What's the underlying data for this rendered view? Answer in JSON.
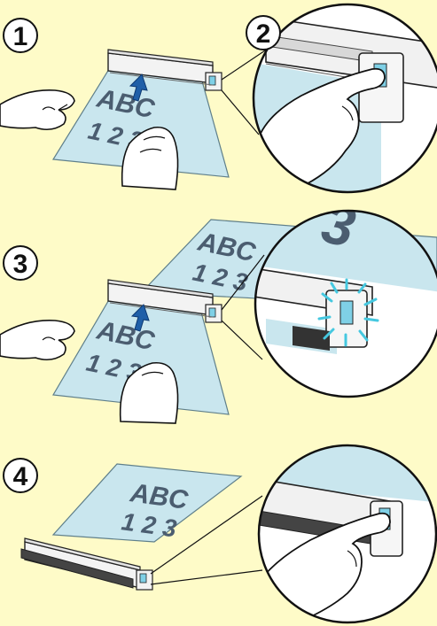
{
  "colors": {
    "background": "#fefbc8",
    "paper": "#c9e6ee",
    "paper_stroke": "#5f7f8a",
    "scanner": "#f3f3f3",
    "scanner_dark": "#666666",
    "button_blue": "#7fd0e6",
    "arrow_blue": "#1f5fa8",
    "glow": "#45c8e0",
    "text_gray": "#4b5d70",
    "outline": "#111111"
  },
  "steps": [
    {
      "number": "1",
      "paper_line1": "ABC",
      "paper_line2": "1 2 3"
    },
    {
      "number": "2"
    },
    {
      "number": "3",
      "paper_line1": "ABC",
      "paper_line2": "1 2 3"
    },
    {
      "number": "4",
      "paper_line1": "ABC",
      "paper_line2": "1 2 3"
    }
  ],
  "panel3_back_sheet": {
    "line1": "ABC",
    "line2": "1 2 3"
  },
  "icons": [
    "hand-icon",
    "finger-press-icon",
    "feed-arrow-icon",
    "button-glow-icon",
    "scanner-icon"
  ]
}
